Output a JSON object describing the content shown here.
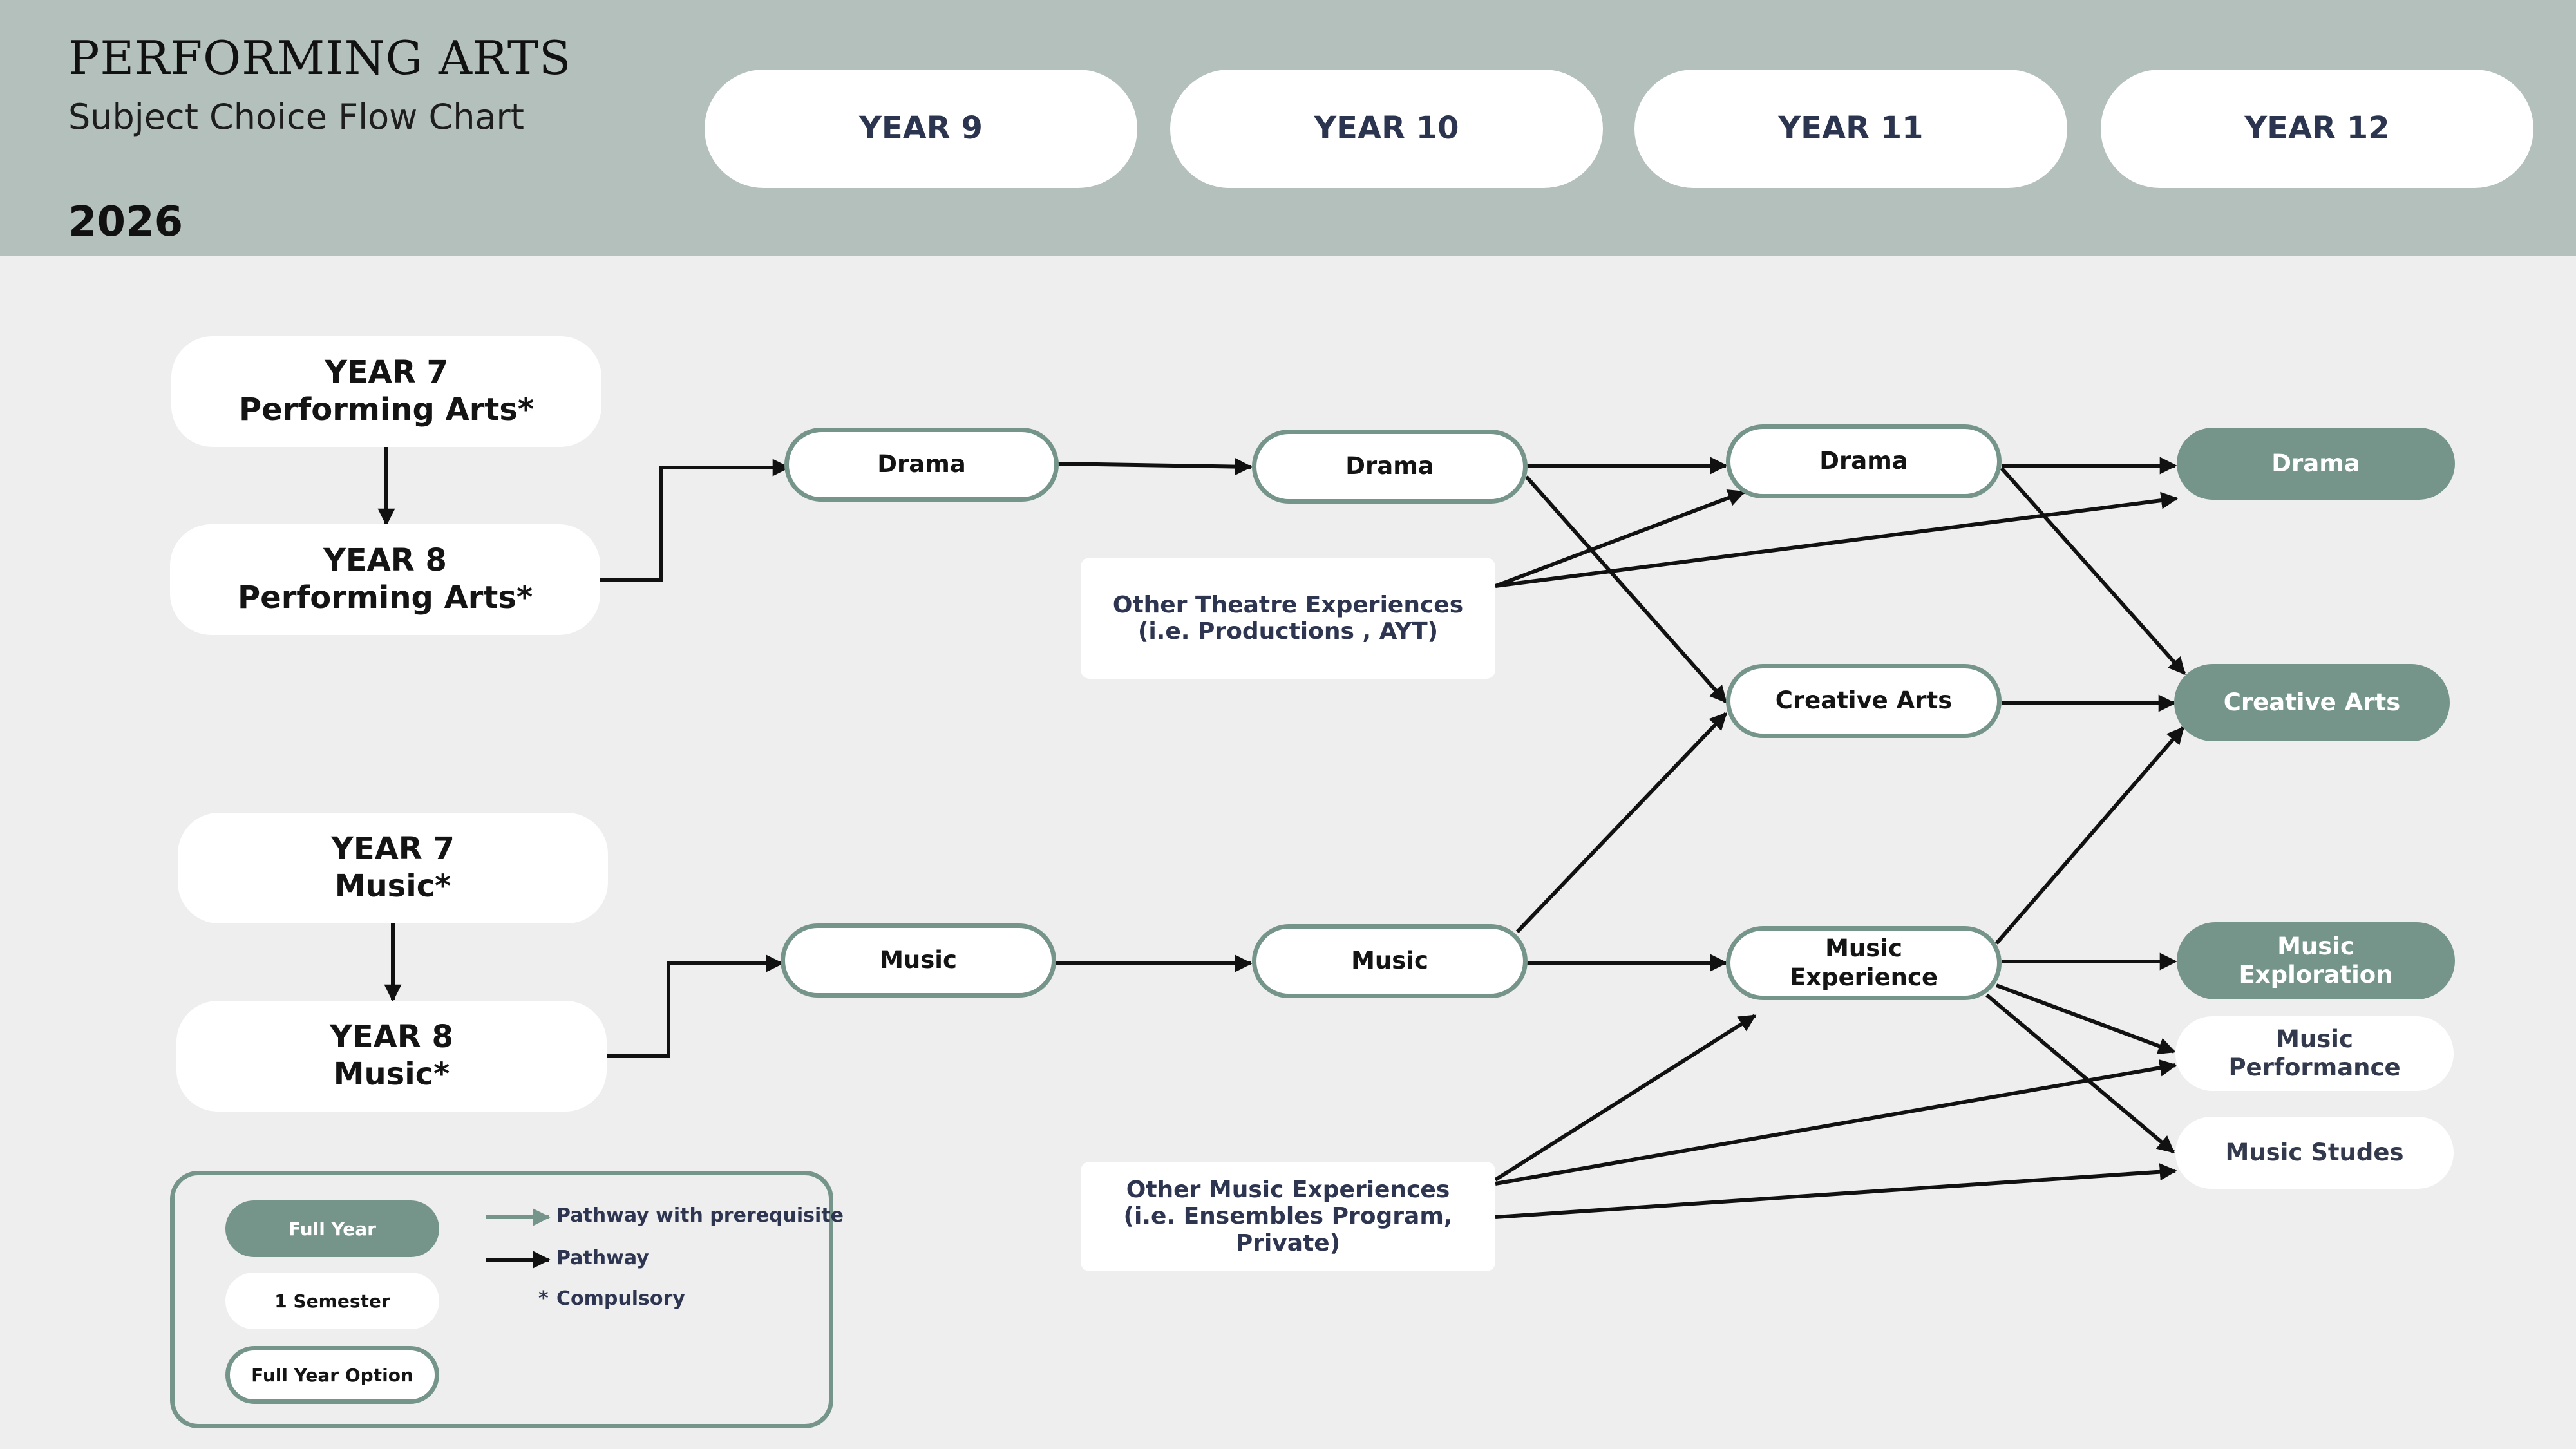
{
  "header": {
    "title": "PERFORMING ARTS",
    "subtitle": "Subject Choice Flow Chart",
    "year": "2026",
    "columns": [
      "YEAR 9",
      "YEAR 10",
      "YEAR 11",
      "YEAR 12"
    ]
  },
  "left": {
    "perf_y7_line1": "YEAR 7",
    "perf_y7_line2": "Performing Arts*",
    "perf_y8_line1": "YEAR 8",
    "perf_y8_line2": "Performing Arts*",
    "music_y7_line1": "YEAR 7",
    "music_y7_line2": "Music*",
    "music_y8_line1": "YEAR 8",
    "music_y8_line2": "Music*"
  },
  "nodes": {
    "y9_drama": "Drama",
    "y10_drama": "Drama",
    "y11_drama": "Drama",
    "y12_drama": "Drama",
    "y9_music": "Music",
    "y10_music": "Music",
    "y11_creative": "Creative Arts",
    "y12_creative": "Creative Arts",
    "y11_music_exp_line1": "Music",
    "y11_music_exp_line2": "Experience",
    "y12_music_exp_line1": "Music",
    "y12_music_exp_line2": "Exploration",
    "y12_music_perf_line1": "Music",
    "y12_music_perf_line2": "Performance",
    "y12_music_studies": "Music Studes"
  },
  "extras": {
    "theatre_line1": "Other Theatre Experiences",
    "theatre_line2": "(i.e. Productions , AYT)",
    "music_line1": "Other Music Experiences",
    "music_line2": "(i.e. Ensembles Program, Private)"
  },
  "legend": {
    "full_year": "Full Year",
    "semester": "1 Semester",
    "full_year_option": "Full Year Option",
    "pathway_prereq": "Pathway with prerequisite",
    "pathway": "Pathway",
    "compulsory_symbol": "*",
    "compulsory": "Compulsory"
  },
  "colors": {
    "header_bg": "#b3c0bb",
    "page_bg": "#eeeeee",
    "accent_green": "#76958a",
    "text_navy": "#2c3550",
    "arrow": "#111111"
  }
}
